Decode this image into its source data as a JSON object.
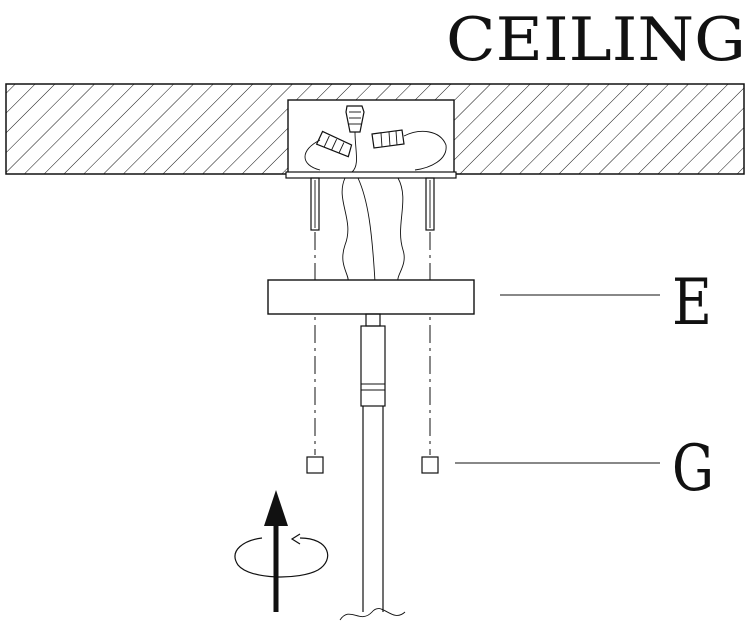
{
  "labels": {
    "title": "CEILING",
    "part_e": "E",
    "part_g": "G"
  },
  "colors": {
    "ink": "#111111",
    "background": "#ffffff"
  }
}
